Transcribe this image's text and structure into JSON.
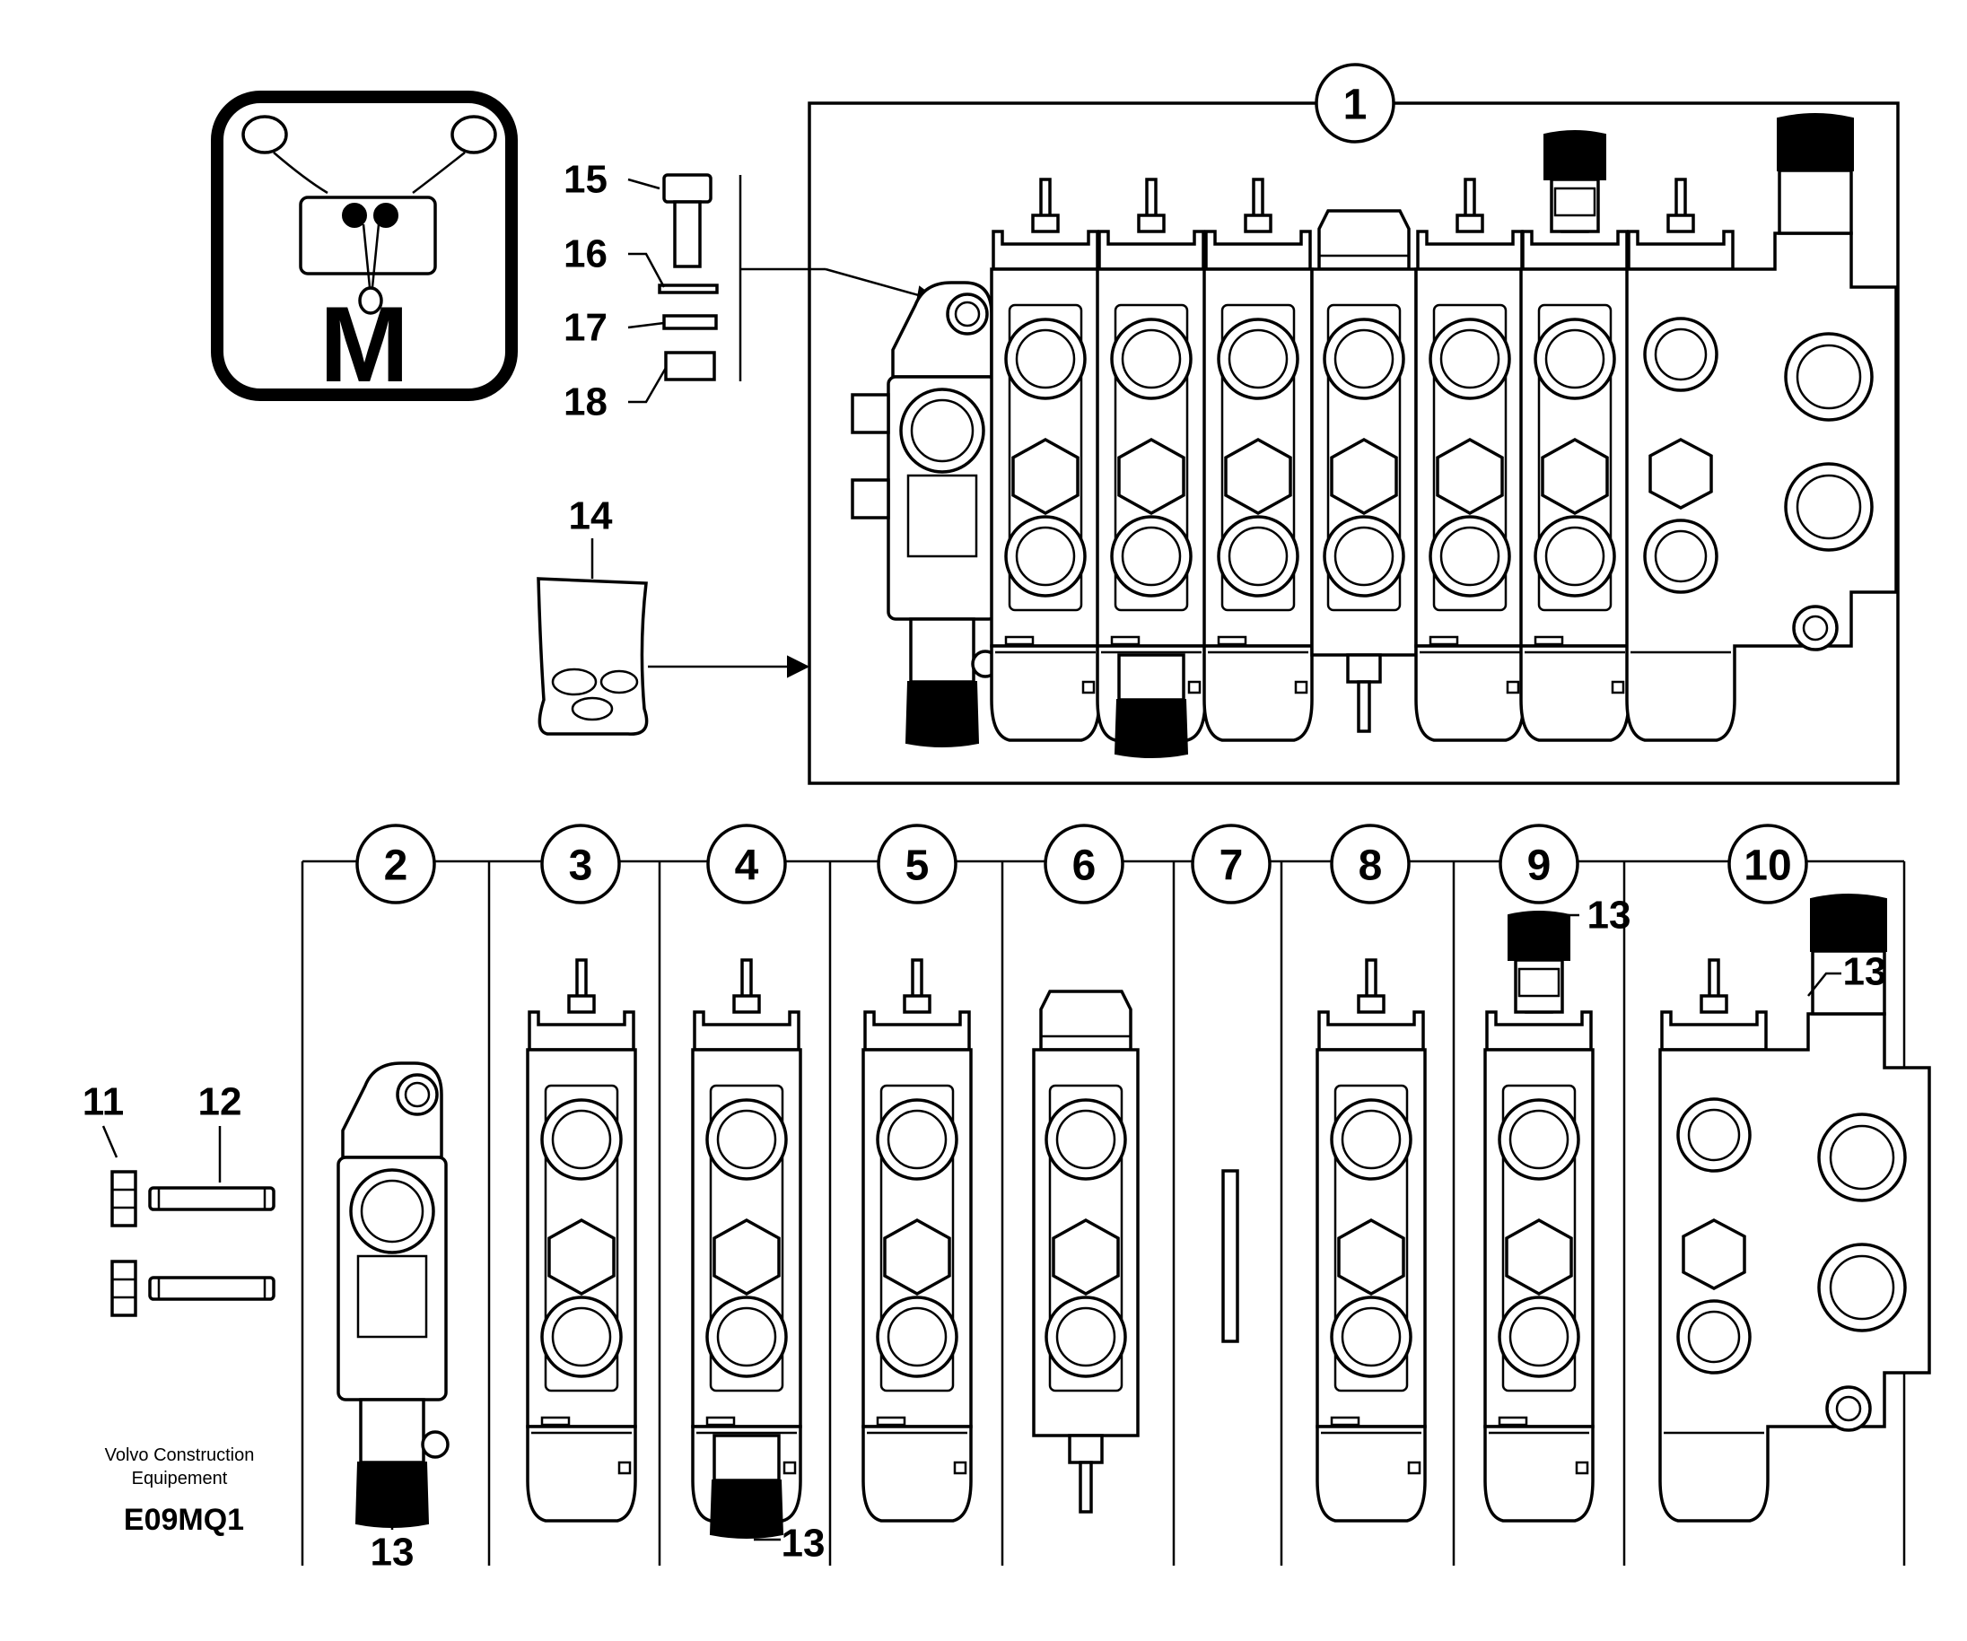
{
  "symbol": {
    "letter": "M"
  },
  "hardware_refs": [
    "15",
    "16",
    "17",
    "18"
  ],
  "seal_kit_ref": "14",
  "assembly_ref": "1",
  "section_refs": [
    "2",
    "3",
    "4",
    "5",
    "6",
    "7",
    "8",
    "9",
    "10"
  ],
  "tie_rod_refs": {
    "nut": "11",
    "stud": "12"
  },
  "cap_ref": "13",
  "footer": {
    "brand_line1": "Volvo Construction",
    "brand_line2": "Equipement",
    "code": "E09MQ1"
  }
}
